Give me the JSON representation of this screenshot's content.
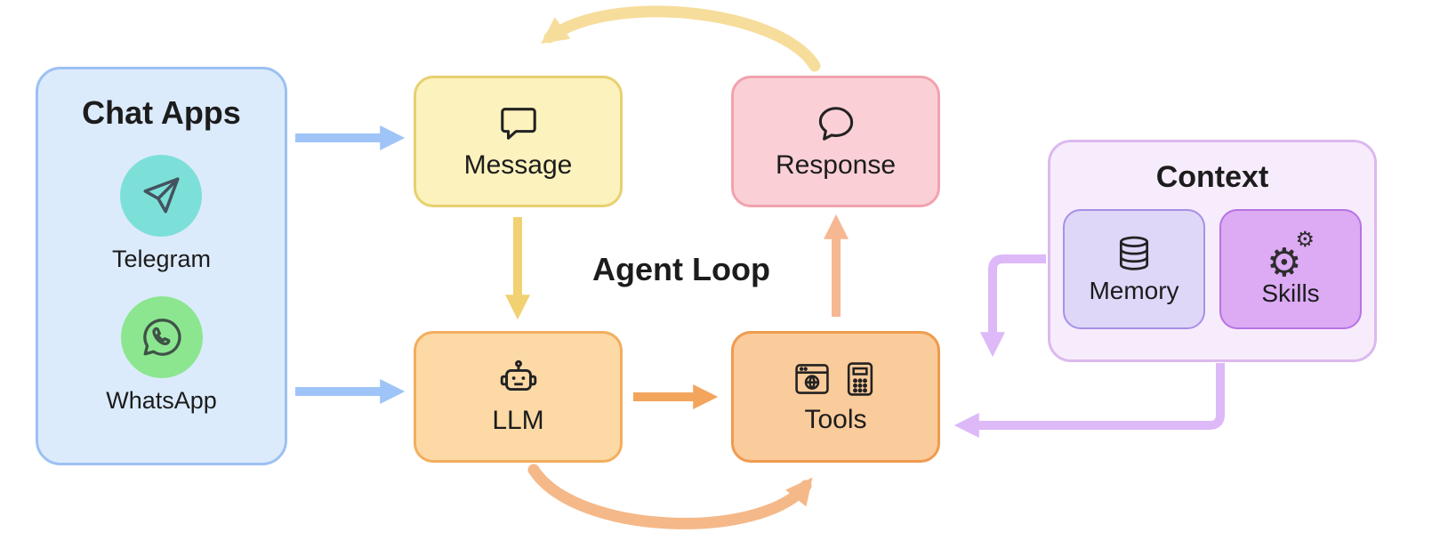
{
  "diagram_title": "Agent Loop",
  "chat_apps": {
    "title": "Chat Apps",
    "items": [
      {
        "name": "telegram",
        "label": "Telegram"
      },
      {
        "name": "whatsapp",
        "label": "WhatsApp"
      }
    ]
  },
  "nodes": {
    "message": {
      "label": "Message"
    },
    "response": {
      "label": "Response"
    },
    "llm": {
      "label": "LLM"
    },
    "tools": {
      "label": "Tools"
    }
  },
  "center_label": "Agent Loop",
  "context": {
    "title": "Context",
    "memory": {
      "label": "Memory"
    },
    "skills": {
      "label": "Skills"
    }
  },
  "arrows": [
    {
      "from": "chat-apps",
      "to": "message",
      "style": "straight-right",
      "color": "#9fc4f8"
    },
    {
      "from": "chat-apps",
      "to": "llm",
      "style": "straight-right",
      "color": "#9fc4f8"
    },
    {
      "from": "message",
      "to": "llm",
      "style": "straight-down",
      "color": "#f1d172"
    },
    {
      "from": "llm",
      "to": "tools",
      "style": "straight-right",
      "color": "#f3a55e"
    },
    {
      "from": "tools",
      "to": "response",
      "style": "straight-up",
      "color": "#f6b893"
    },
    {
      "from": "response",
      "to": "message",
      "style": "curved-top",
      "color": "#f7dd9b"
    },
    {
      "from": "llm",
      "to": "tools",
      "style": "curved-bottom",
      "color": "#f5b888"
    },
    {
      "from": "context",
      "to": "tools",
      "style": "elbow-down",
      "color": "#ddb9f8"
    },
    {
      "from": "context",
      "to": "tools",
      "style": "elbow-left",
      "color": "#ddb9f8"
    }
  ],
  "colors": {
    "chat_apps_fill": "#dcebfc",
    "chat_apps_border": "#9cc0f3",
    "message_fill": "#fcf2bd",
    "message_border": "#e7d06f",
    "response_fill": "#fad0d6",
    "response_border": "#f2a2ae",
    "llm_fill": "#fcd9a5",
    "llm_border": "#f2ae5e",
    "tools_fill": "#facb9b",
    "tools_border": "#ef9b4f",
    "context_fill": "#f7ecfc",
    "context_border": "#dcb9ee",
    "memory_fill": "#ded7f8",
    "memory_border": "#a890e6",
    "skills_fill": "#dcabf4",
    "skills_border": "#b873e3",
    "telegram_circle": "#7de0d8",
    "whatsapp_circle": "#8ce68f"
  }
}
